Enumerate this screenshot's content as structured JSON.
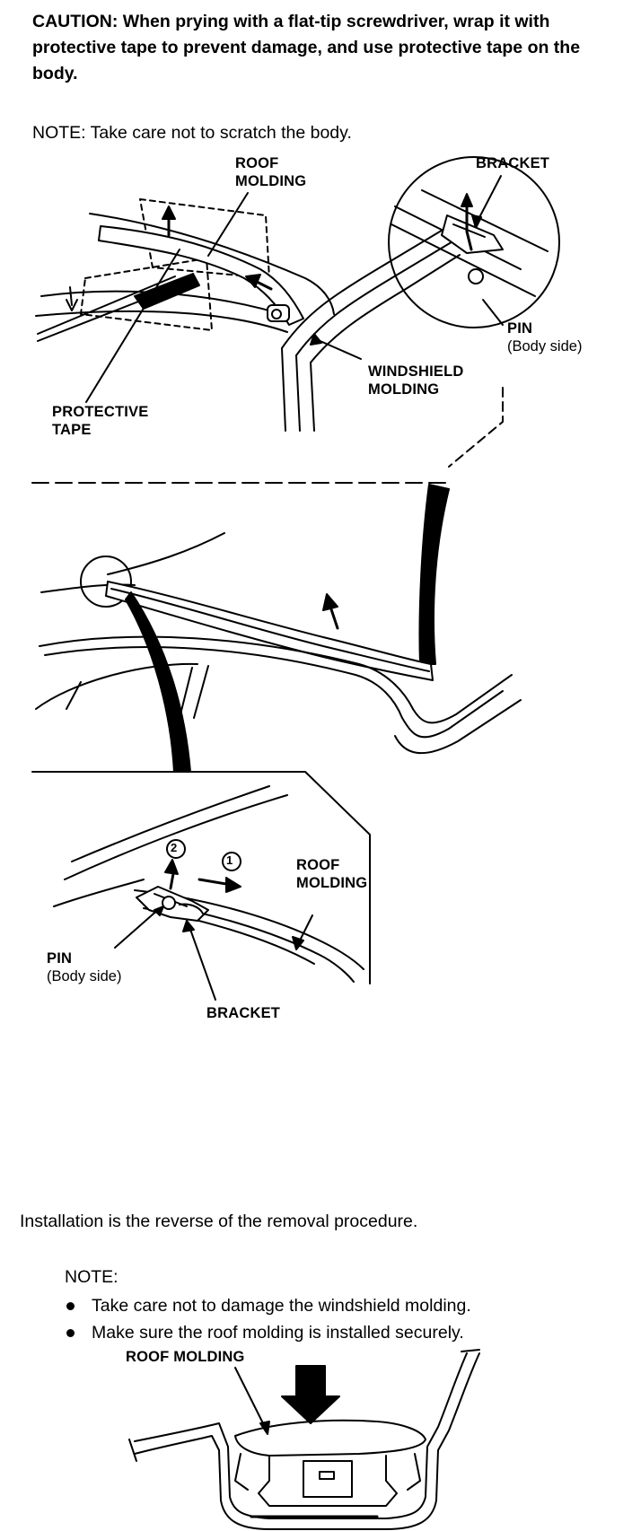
{
  "caution": "CAUTION: When prying with a flat-tip screwdriver, wrap it with protective tape to prevent damage, and use protective tape on the body.",
  "note_top": "NOTE: Take care not to scratch the body.",
  "figure1": {
    "roof_molding_line1": "ROOF",
    "roof_molding_line2": "MOLDING",
    "bracket": "BRACKET",
    "pin": "PIN",
    "pin_sub": "(Body side)",
    "windshield_line1": "WINDSHIELD",
    "windshield_line2": "MOLDING",
    "protective_line1": "PROTECTIVE",
    "protective_line2": "TAPE"
  },
  "figure3": {
    "step2": "2",
    "step1": "1",
    "roof_molding_line1": "ROOF",
    "roof_molding_line2": "MOLDING",
    "pin": "PIN",
    "pin_sub": "(Body side)",
    "bracket": "BRACKET"
  },
  "installation": "Installation is the reverse of the removal procedure.",
  "note_label": "NOTE:",
  "bullets": [
    "Take care not to damage the windshield molding.",
    "Make sure the roof molding is installed securely."
  ],
  "figure4": {
    "roof_molding": "ROOF MOLDING"
  }
}
